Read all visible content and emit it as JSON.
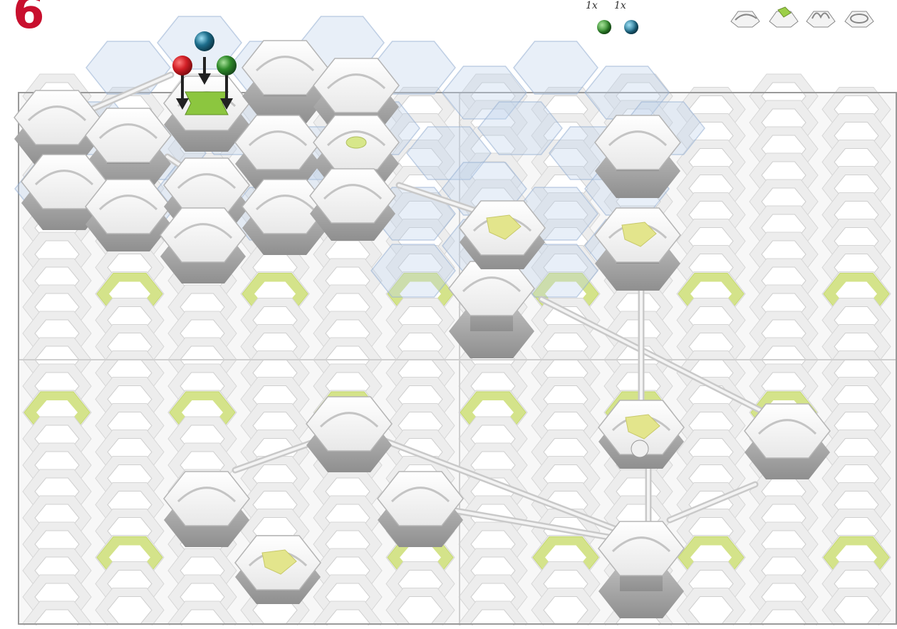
{
  "step": {
    "number": "6"
  },
  "marble_legend": [
    {
      "count": "1x",
      "color": "#2f8a2a"
    },
    {
      "count": "1x",
      "color": "#1e6e8c"
    }
  ],
  "piece_icons": [
    "curve-tile-icon",
    "catcher-tile-icon",
    "splash-tile-icon",
    "basin-tile-icon"
  ],
  "colors": {
    "accent_red": "#c8102e",
    "tile_green": "#d4e38a",
    "grid_line": "#cfcfcf",
    "marble_red": "#d21f26",
    "marble_green": "#2f8a2a",
    "marble_blue": "#1e6e8c"
  }
}
